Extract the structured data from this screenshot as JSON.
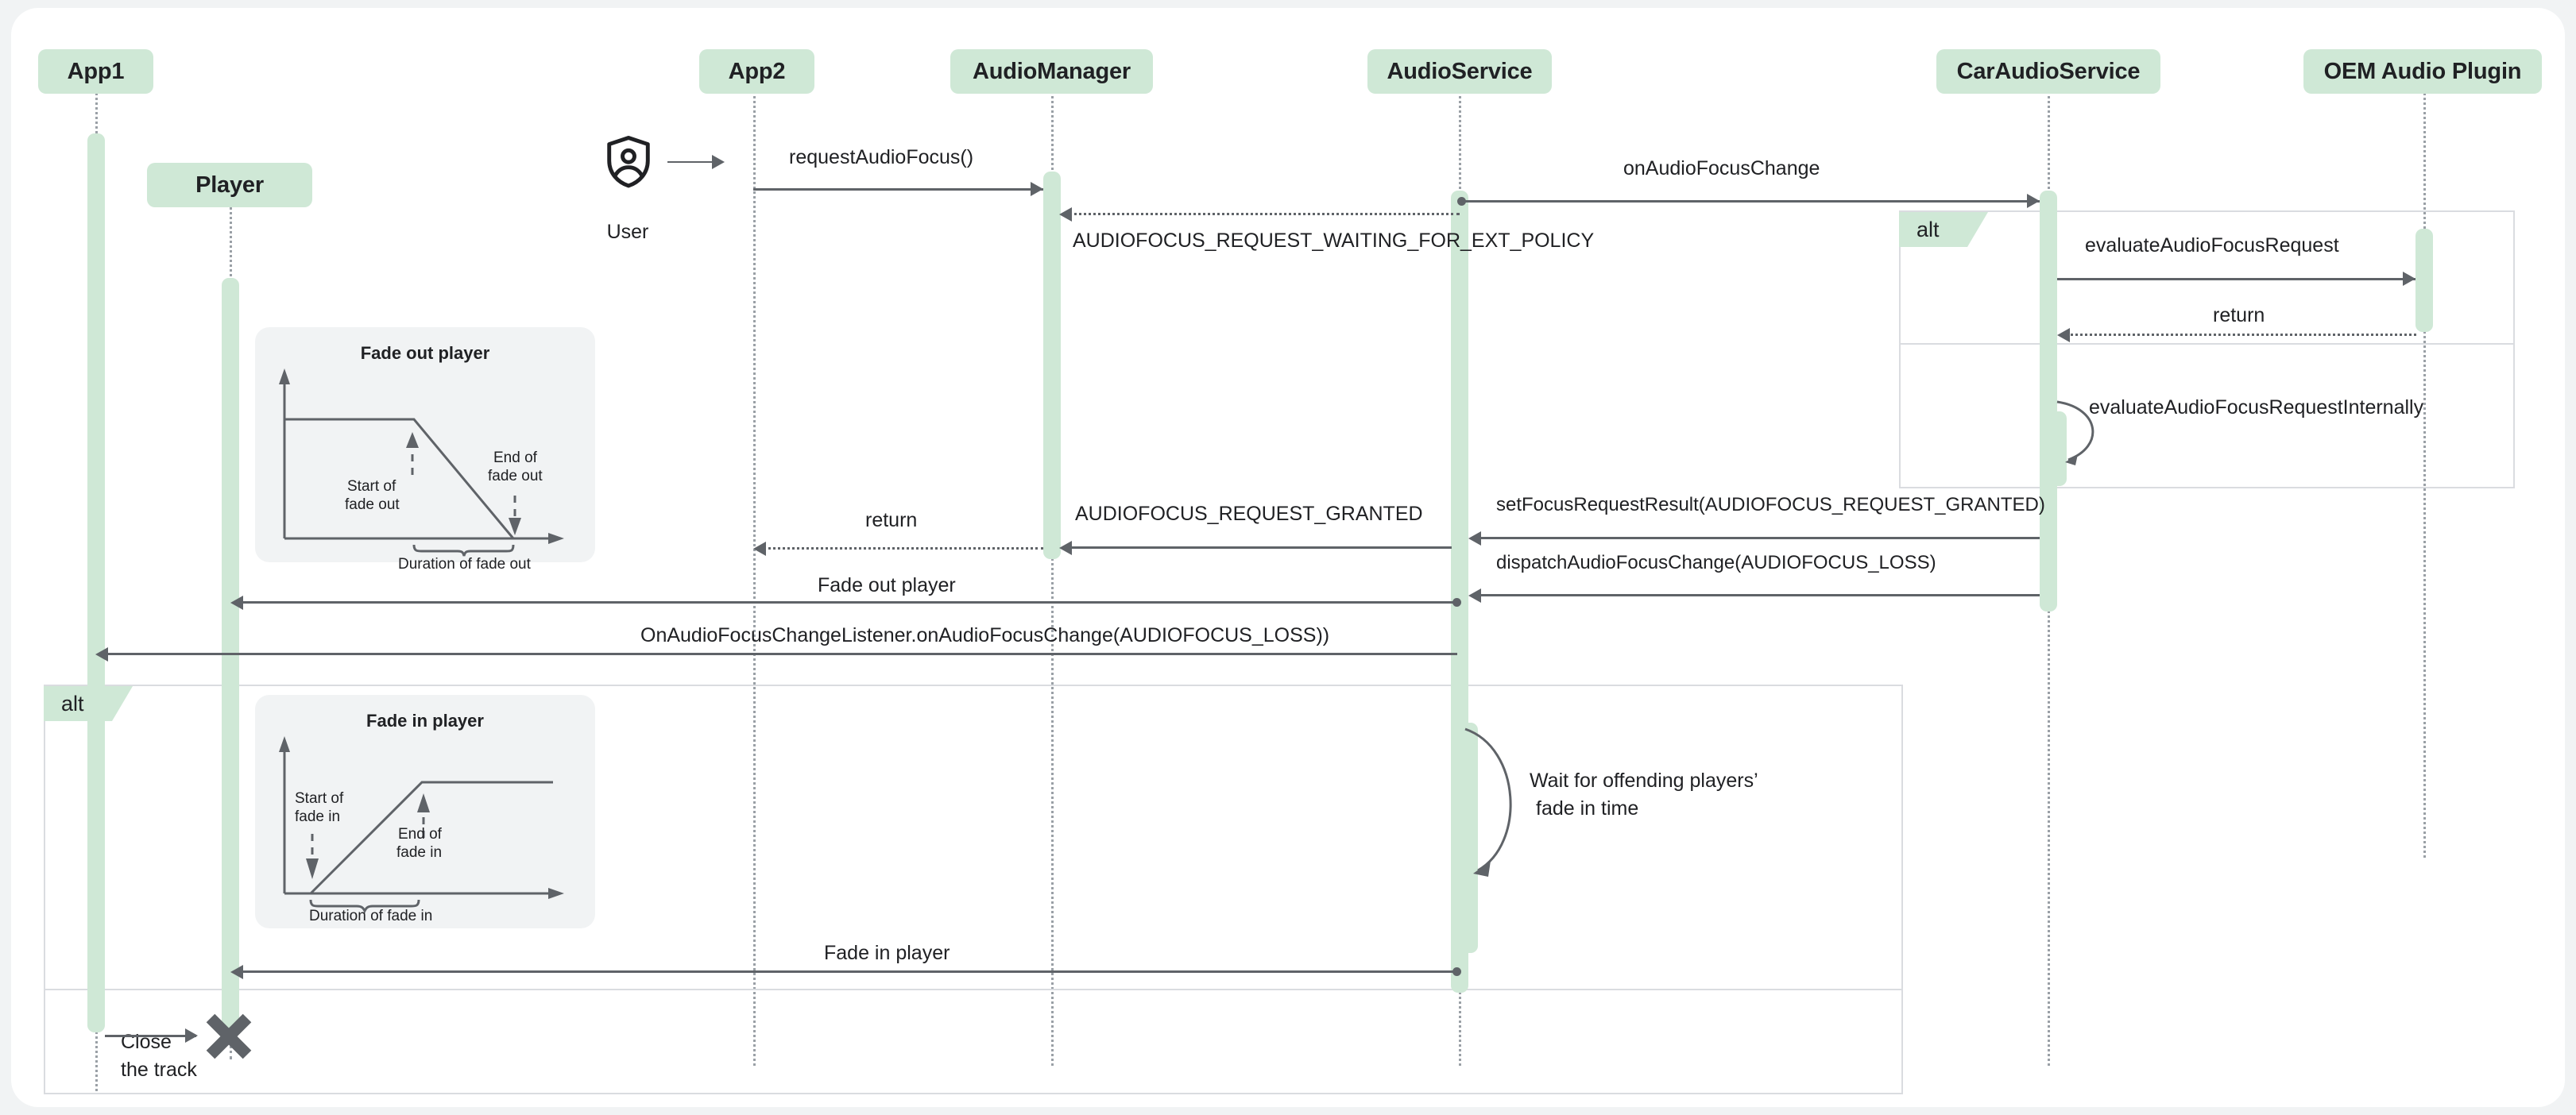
{
  "diagram": {
    "title": "Android Automotive audio focus with fade in/out sequence",
    "type": "uml-sequence-diagram",
    "colors": {
      "participant_fill": "#cfe8d6",
      "activation_fill": "#cfe8d6",
      "line": "#5f6368",
      "lifeline": "#9aa0a6",
      "note_fill": "#f1f3f4",
      "frame_border": "#dadce0",
      "page_background": "#f1f3f4",
      "card_background": "#ffffff",
      "text": "#202124"
    }
  },
  "participants": [
    {
      "id": "app1",
      "label": "App1"
    },
    {
      "id": "player",
      "label": "Player"
    },
    {
      "id": "app2",
      "label": "App2"
    },
    {
      "id": "audiomanager",
      "label": "AudioManager"
    },
    {
      "id": "audioservice",
      "label": "AudioService"
    },
    {
      "id": "caraudio",
      "label": "CarAudioService"
    },
    {
      "id": "oemplugin",
      "label": "OEM Audio Plugin"
    }
  ],
  "actor": {
    "label": "User",
    "icon": "shield-user-icon"
  },
  "messages": [
    {
      "id": "m0",
      "label": "",
      "from": "user",
      "to": "app2",
      "style": "solid"
    },
    {
      "id": "m1",
      "label": "requestAudioFocus()",
      "from": "app2",
      "to": "audiomanager",
      "style": "solid"
    },
    {
      "id": "m2",
      "label": "onAudioFocusChange",
      "from": "audioservice",
      "to": "caraudio",
      "style": "solid"
    },
    {
      "id": "m3",
      "label": "AUDIOFOCUS_REQUEST_WAITING_FOR_EXT_POLICY",
      "from": "audioservice",
      "to": "audiomanager",
      "style": "dotted"
    },
    {
      "id": "m4",
      "label": "evaluateAudioFocusRequest",
      "from": "caraudio",
      "to": "oemplugin",
      "style": "solid"
    },
    {
      "id": "m5",
      "label": "return",
      "from": "oemplugin",
      "to": "caraudio",
      "style": "dotted"
    },
    {
      "id": "m6",
      "label": "evaluateAudioFocusRequestInternally",
      "from": "caraudio",
      "to": "caraudio",
      "style": "self"
    },
    {
      "id": "m7",
      "label": "setFocusRequestResult(AUDIOFOCUS_REQUEST_GRANTED)",
      "from": "caraudio",
      "to": "audioservice",
      "style": "solid"
    },
    {
      "id": "m8",
      "label": "AUDIOFOCUS_REQUEST_GRANTED",
      "from": "audioservice",
      "to": "audiomanager",
      "style": "solid"
    },
    {
      "id": "m9",
      "label": "return",
      "from": "audiomanager",
      "to": "app2",
      "style": "dotted"
    },
    {
      "id": "m10",
      "label": "dispatchAudioFocusChange(AUDIOFOCUS_LOSS)",
      "from": "caraudio",
      "to": "audioservice",
      "style": "solid"
    },
    {
      "id": "m11",
      "label": "Fade out player",
      "from": "audioservice",
      "to": "player",
      "style": "solid"
    },
    {
      "id": "m12",
      "label": "OnAudioFocusChangeListener.onAudioFocusChange(AUDIOFOCUS_LOSS))",
      "from": "audioservice",
      "to": "app1",
      "style": "solid"
    },
    {
      "id": "m13",
      "label": "Wait for offending players’ fade in time",
      "from": "audioservice",
      "to": "audioservice",
      "style": "self"
    },
    {
      "id": "m14",
      "label": "Fade in player",
      "from": "audioservice",
      "to": "player",
      "style": "solid"
    },
    {
      "id": "m15",
      "label": "Close\nthe track",
      "from": "app1",
      "to": "player",
      "style": "solid",
      "destroys": true
    }
  ],
  "message_labels": {
    "request_audio_focus": "requestAudioFocus()",
    "on_audio_focus_change": "onAudioFocusChange",
    "waiting_for_ext_policy": "AUDIOFOCUS_REQUEST_WAITING_FOR_EXT_POLICY",
    "evaluate_request": "evaluateAudioFocusRequest",
    "return_1": "return",
    "evaluate_internally": "evaluateAudioFocusRequestInternally",
    "set_focus_request_result": "setFocusRequestResult(AUDIOFOCUS_REQUEST_GRANTED)",
    "request_granted": "AUDIOFOCUS_REQUEST_GRANTED",
    "return_2": "return",
    "dispatch_focus_change": "dispatchAudioFocusChange(AUDIOFOCUS_LOSS)",
    "fade_out_player": "Fade out player",
    "on_focus_change_listener": "OnAudioFocusChangeListener.onAudioFocusChange(AUDIOFOCUS_LOSS))",
    "wait_fade_in_line1": "Wait for offending players’",
    "wait_fade_in_line2": "fade in time",
    "fade_in_player": "Fade in player",
    "close_track_line1": "Close",
    "close_track_line2": "the track"
  },
  "fragments": [
    {
      "id": "alt-right",
      "tag": "alt",
      "operands": 2
    },
    {
      "id": "alt-left",
      "tag": "alt",
      "operands": 2
    }
  ],
  "notes": [
    {
      "id": "fade-out-note",
      "title": "Fade out player",
      "annotations": {
        "start": "Start of\nfade out",
        "start_line1": "Start of",
        "start_line2": "fade out",
        "end_line1": "End of",
        "end_line2": "fade out",
        "duration": "Duration of fade out"
      }
    },
    {
      "id": "fade-in-note",
      "title": "Fade in player",
      "annotations": {
        "start_line1": "Start of",
        "start_line2": "fade in",
        "end_line1": "End of",
        "end_line2": "fade in",
        "duration": "Duration of fade in"
      }
    }
  ],
  "chart_data": [
    {
      "id": "fade-out-note",
      "type": "line",
      "title": "Fade out player",
      "xlabel": "",
      "ylabel": "",
      "x": [
        0,
        0.52,
        1.0
      ],
      "values": [
        1,
        1,
        0
      ],
      "annotations": [
        "Start of fade out",
        "End of fade out",
        "Duration of fade out"
      ],
      "grid": false,
      "legend": "none"
    },
    {
      "id": "fade-in-note",
      "type": "line",
      "title": "Fade in player",
      "xlabel": "",
      "ylabel": "",
      "x": [
        0.16,
        0.58,
        1.0
      ],
      "values": [
        0,
        1,
        1
      ],
      "annotations": [
        "Start of fade in",
        "End of fade in",
        "Duration of fade in"
      ],
      "grid": false,
      "legend": "none"
    }
  ]
}
